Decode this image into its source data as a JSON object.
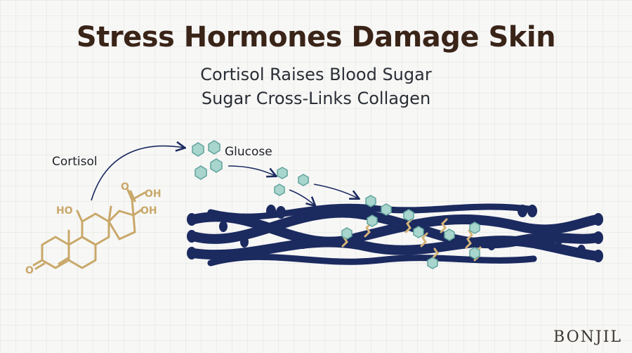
{
  "title": "Stress Hormones Damage Skin",
  "subtitle_lines": [
    "Cortisol Raises Blood Sugar",
    "Sugar Cross-Links Collagen"
  ],
  "labels": {
    "cortisol": "Cortisol",
    "glucose": "Glucose"
  },
  "molecule_atoms": {
    "ho_left": "HO",
    "oh_right": "OH",
    "o_top": "O",
    "oh_top": "OH",
    "o_ketone": "O"
  },
  "brand": "BONJIL",
  "colors": {
    "title": "#3a2418",
    "collagen": "#1b2a5f",
    "molecule": "#c9a869",
    "glucose_fill": "#a8d5cd",
    "glucose_stroke": "#5fa39b",
    "crosslink": "#d4b47a"
  }
}
